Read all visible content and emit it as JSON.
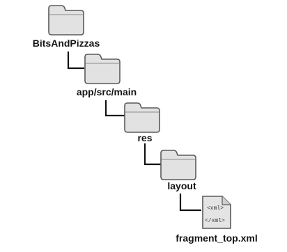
{
  "tree": {
    "nodes": [
      {
        "name": "BitsAndPizzas",
        "kind": "folder",
        "icon": "folder-icon"
      },
      {
        "name": "app/src/main",
        "kind": "folder",
        "icon": "folder-icon"
      },
      {
        "name": "res",
        "kind": "folder",
        "icon": "folder-icon"
      },
      {
        "name": "layout",
        "kind": "folder",
        "icon": "folder-icon"
      },
      {
        "name": "fragment_top.xml",
        "kind": "file",
        "icon": "xml-file-icon",
        "file_glyph_top": "<xml>",
        "file_glyph_bottom": "</xml>"
      }
    ],
    "colors": {
      "folder_fill": "#e2e2e2",
      "folder_stroke": "#5a5a5a",
      "connector": "#111111",
      "text": "#141414"
    }
  }
}
